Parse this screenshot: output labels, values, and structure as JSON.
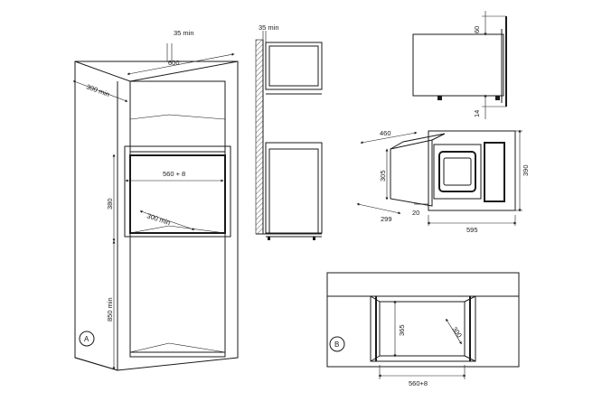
{
  "figure_a": {
    "marker": "A",
    "labels": {
      "top_clearance": "35 min",
      "cabinet_width": "600",
      "cabinet_depth": "300 min",
      "niche_width": "560 + 8",
      "niche_height": "380",
      "niche_depth": "300 min",
      "base_height": "850 min"
    }
  },
  "figure_side": {
    "labels": {
      "top_clearance": "35 min"
    }
  },
  "figure_top": {
    "labels": {
      "top_gap": "60",
      "bottom_gap": "14"
    }
  },
  "figure_oven": {
    "labels": {
      "depth": "460",
      "body_height": "305",
      "front_height": "390",
      "front_width": "595",
      "body_width": "299",
      "front_thickness": "20"
    }
  },
  "figure_b": {
    "marker": "B",
    "labels": {
      "niche_height": "365",
      "niche_depth": "300",
      "niche_width": "560+8"
    }
  }
}
